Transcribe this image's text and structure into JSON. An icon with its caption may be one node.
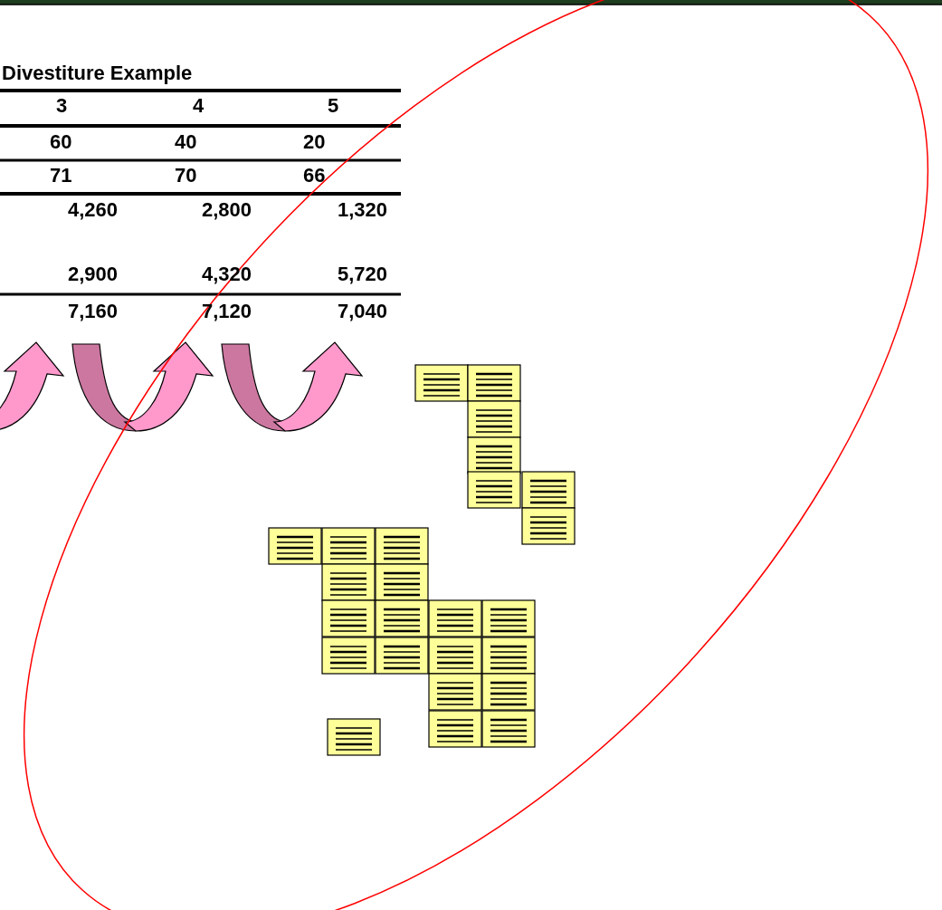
{
  "diagram": {
    "title": "Divestiture Example",
    "labels": [
      "3",
      "4",
      "5",
      "60",
      "40",
      "20",
      "71",
      "70",
      "66",
      "4,260",
      "2,800",
      "1,320",
      "2,900",
      "4,320",
      "5,720",
      "7,160",
      "7,120",
      "7,040"
    ]
  }
}
